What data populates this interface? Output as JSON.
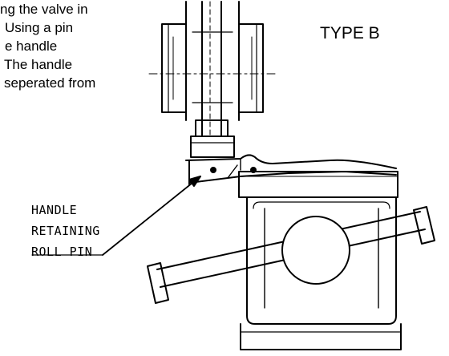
{
  "instructions": {
    "lines": [
      "ng the valve in",
      "Using a pin",
      "e handle",
      "The handle",
      "seperated from"
    ]
  },
  "type_label": "TYPE B",
  "callout": {
    "lines": [
      "HANDLE",
      "RETAINING",
      "ROLL PIN"
    ]
  },
  "colors": {
    "ink": "#000000",
    "background": "#ffffff"
  }
}
